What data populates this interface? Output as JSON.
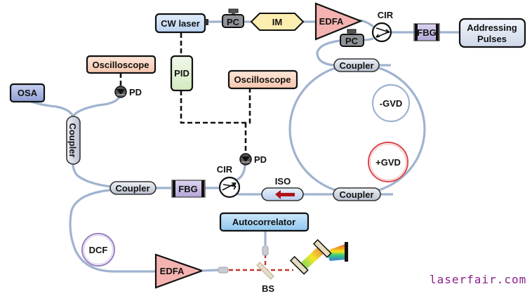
{
  "diagram": {
    "components": {
      "cw_laser": "CW laser",
      "pc": "PC",
      "im": "IM",
      "edfa": "EDFA",
      "cir": "CIR",
      "fbg": "FBG",
      "addressing_pulses": [
        "Addressing",
        "Pulses"
      ],
      "oscilloscope": "Oscilloscope",
      "pd": "PD",
      "pid": "PID",
      "osa": "OSA",
      "coupler": "Coupler",
      "neg_gvd": "-GVD",
      "pos_gvd": "+GVD",
      "iso": "ISO",
      "dcf": "DCF",
      "autocorrelator": "Autocorrelator",
      "bs": "BS"
    },
    "colors": {
      "fiber": "#9fb3cf",
      "edfa_fill": "#f4b3b0",
      "im_fill": "#fbeeb0",
      "osc_fill": "#fbd9c6",
      "pid_fill": "#e4f1d6",
      "osa_fill": "#a9b6e0",
      "cw_fill": "#cfe2f7",
      "fbg_fill": "#c9bde4",
      "coupler_fill": "#d3d8e2",
      "auto_fill": "#a9d4f2",
      "laser_path": "#c0392b",
      "pos_gvd_ring": "#d9454a",
      "dcf_ring": "#9a7fc0"
    }
  },
  "watermark": "laserfair.com"
}
